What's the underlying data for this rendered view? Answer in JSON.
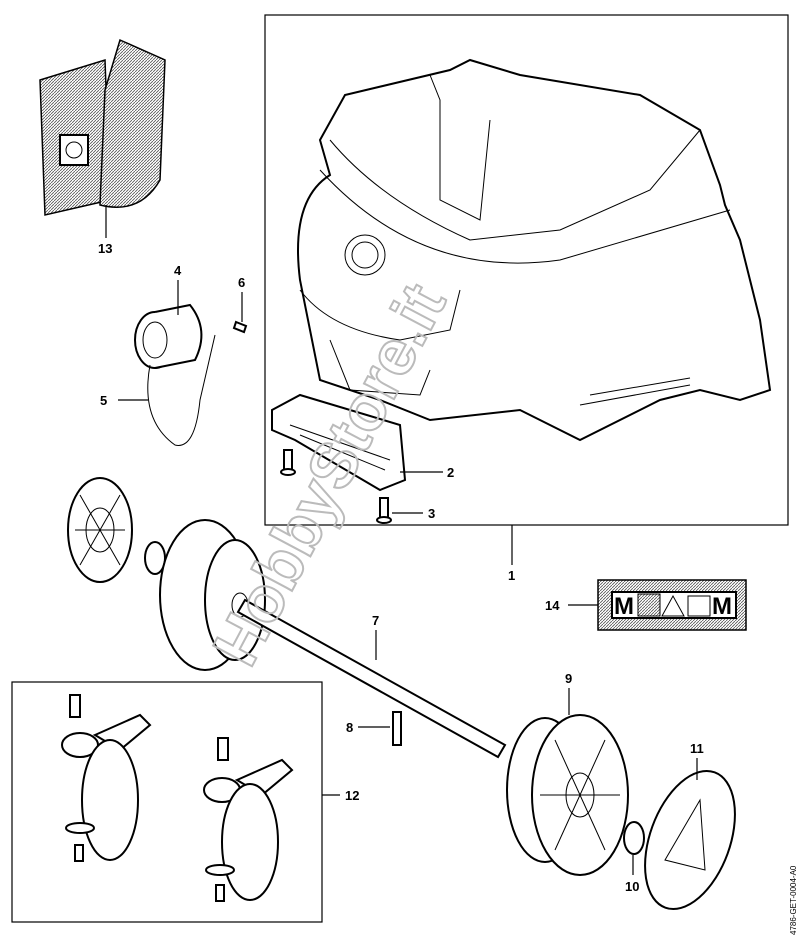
{
  "diagram": {
    "callouts": {
      "p1": "1",
      "p2": "2",
      "p3": "3",
      "p4": "4",
      "p5": "5",
      "p6": "6",
      "p7": "7",
      "p8": "8",
      "p9": "9",
      "p10": "10",
      "p11": "11",
      "p12": "12",
      "p13": "13",
      "p14": "14"
    },
    "label_sticker": {
      "left": "M",
      "right": "M"
    },
    "watermark": "HobbyStore.it",
    "drawing_code": "4786-GET-0004-A0"
  }
}
